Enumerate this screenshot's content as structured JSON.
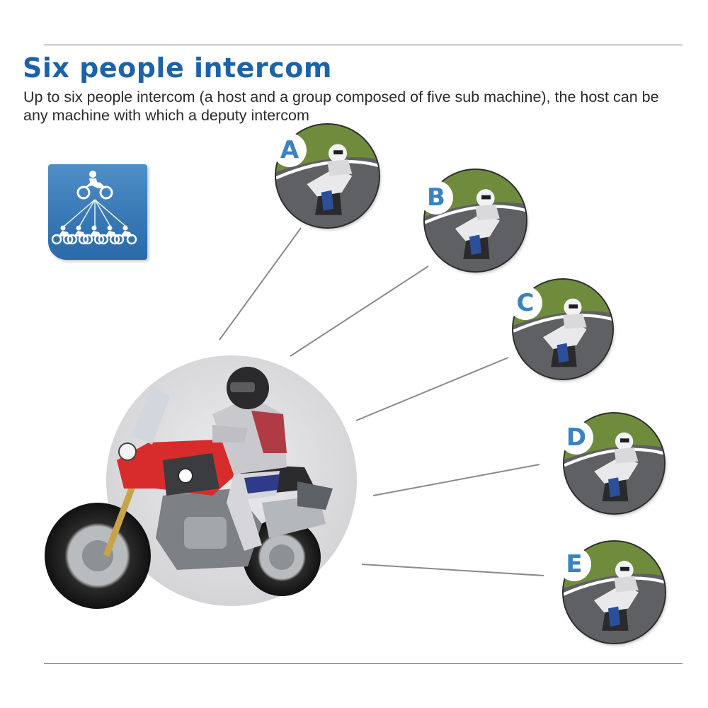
{
  "header": {
    "title": "Six people intercom",
    "subtitle": "Up to six people intercom (a host and a group composed of five sub machine), the host can be any machine with which a deputy intercom"
  },
  "badge": {
    "icon": "host-to-five-riders-icon",
    "color": "#3a7bb8"
  },
  "sub_riders": [
    {
      "letter": "A"
    },
    {
      "letter": "B"
    },
    {
      "letter": "C"
    },
    {
      "letter": "D"
    },
    {
      "letter": "E"
    }
  ],
  "colors": {
    "title": "#1e63a6",
    "letter": "#3b82c0",
    "bike_red": "#d82c2c"
  }
}
